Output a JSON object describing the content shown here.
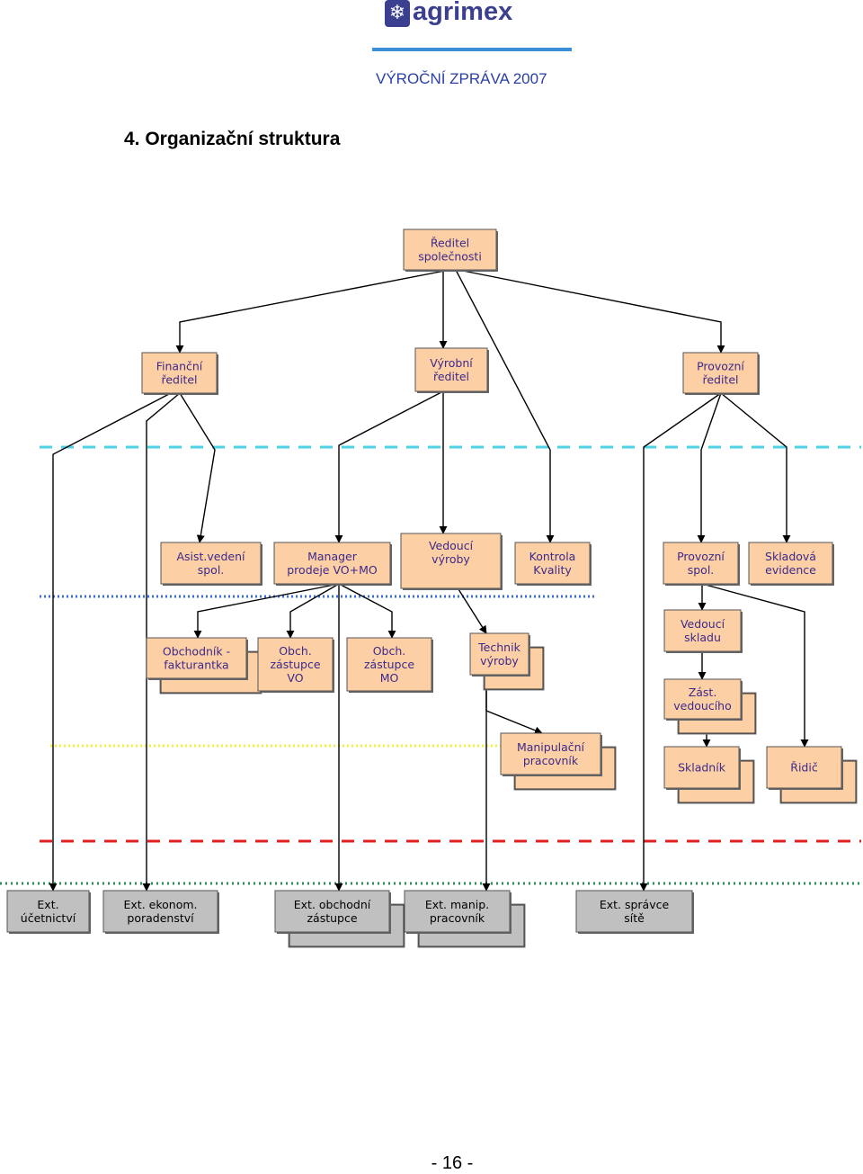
{
  "header": {
    "logo_text": "agrimex",
    "report_title": "VÝROČNÍ ZPRÁVA 2007"
  },
  "section_title": "4.   Organizační struktura",
  "page_number": "- 16 -",
  "colors": {
    "internal_box": "#fccfa5",
    "external_box": "#c0c0c0",
    "internal_text": "#3c2a8a",
    "external_text": "#000000",
    "line_cyan": "#4cd3e6",
    "line_blue": "#3c6de0",
    "line_yellow": "#f2f23a",
    "line_red": "#e0201e",
    "line_green": "#2e8b57"
  },
  "nodes": {
    "reditel": {
      "lines": [
        "Ředitel",
        "společnosti"
      ]
    },
    "financni": {
      "lines": [
        "Finanční",
        "ředitel"
      ]
    },
    "vyrobni": {
      "lines": [
        "Výrobní",
        "ředitel"
      ]
    },
    "provozni_reditel": {
      "lines": [
        "Provozní",
        "ředitel"
      ]
    },
    "asist": {
      "lines": [
        "Asist.vedení",
        "spol."
      ]
    },
    "manager": {
      "lines": [
        "Manager",
        "prodeje VO+MO"
      ]
    },
    "vedouci_vyroby": {
      "lines": [
        "Vedoucí",
        "výroby"
      ]
    },
    "kontrola": {
      "lines": [
        "Kontrola",
        "Kvality"
      ]
    },
    "provozni_spol": {
      "lines": [
        "Provozní",
        "spol."
      ]
    },
    "skladova": {
      "lines": [
        "Skladová",
        "evidence"
      ]
    },
    "obchodnik": {
      "lines": [
        "Obchodník -",
        "fakturantka"
      ]
    },
    "obch_vo": {
      "lines": [
        "Obch.",
        "zástupce",
        "VO"
      ]
    },
    "obch_mo": {
      "lines": [
        "Obch.",
        "zástupce",
        "MO"
      ]
    },
    "technik": {
      "lines": [
        "Technik",
        "výroby"
      ]
    },
    "vedouci_skladu": {
      "lines": [
        "Vedoucí",
        "skladu"
      ]
    },
    "zast_vedouciho": {
      "lines": [
        "Zást.",
        "vedoucího"
      ]
    },
    "manipulacni": {
      "lines": [
        "Manipulační",
        "pracovník"
      ]
    },
    "skladnik": {
      "lines": [
        "Skladník"
      ]
    },
    "ridic": {
      "lines": [
        "Řidič"
      ]
    },
    "ext_ucetnictvi": {
      "lines": [
        "Ext.",
        "účetnictví"
      ]
    },
    "ext_ekonom": {
      "lines": [
        "Ext. ekonom.",
        "poradenství"
      ]
    },
    "ext_obchodni": {
      "lines": [
        "Ext. obchodní",
        "zástupce"
      ]
    },
    "ext_manip": {
      "lines": [
        "Ext. manip.",
        "pracovník"
      ]
    },
    "ext_spravce": {
      "lines": [
        "Ext. správce",
        "sítě"
      ]
    }
  }
}
